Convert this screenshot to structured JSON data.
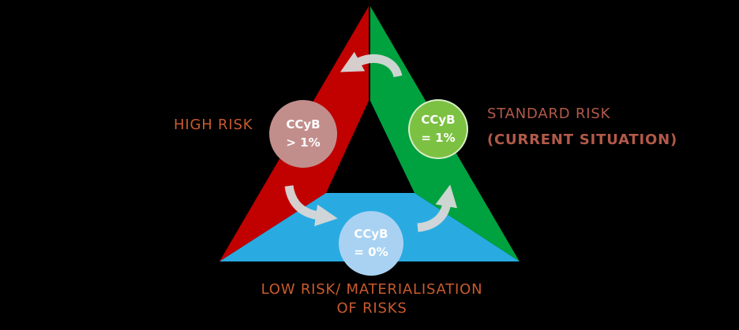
{
  "colors": {
    "background": "#000000",
    "red_band": "#C10000",
    "green_band": "#00A23F",
    "blue_band": "#29ABE2",
    "high_node_fill": "#C28E8C",
    "standard_node_fill": "#7CC142",
    "low_node_fill": "#A9D2F2",
    "arrow": "#D8D8D8",
    "high_label": "#C85A2D",
    "standard_label": "#B25A4A",
    "low_label": "#C85A2D",
    "node_text": "#FFFFFF"
  },
  "labels": {
    "high_risk": "HIGH RISK",
    "standard_risk": "STANDARD RISK",
    "current_situation": "(CURRENT SITUATION)",
    "low_risk_line1": "LOW RISK/ MATERIALISATION",
    "low_risk_line2": "OF RISKS"
  },
  "nodes": {
    "high": {
      "title": "CCyB",
      "value": "> 1%"
    },
    "standard": {
      "title": "CCyB",
      "value": "= 1%"
    },
    "low": {
      "title": "CCyB",
      "value": "= 0%"
    }
  }
}
